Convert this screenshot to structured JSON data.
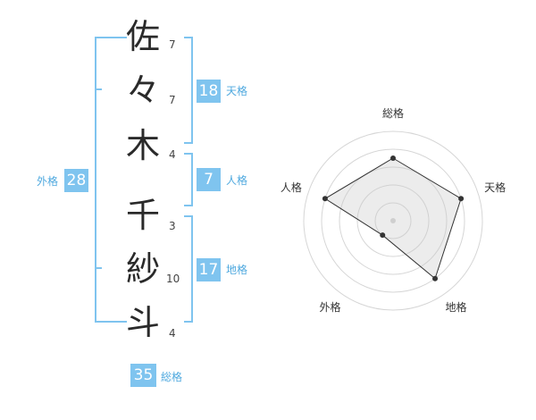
{
  "name": {
    "characters": [
      {
        "char": "佐",
        "strokes": "7"
      },
      {
        "char": "々",
        "strokes": "7"
      },
      {
        "char": "木",
        "strokes": "4"
      },
      {
        "char": "千",
        "strokes": "3"
      },
      {
        "char": "紗",
        "strokes": "10"
      },
      {
        "char": "斗",
        "strokes": "4"
      }
    ]
  },
  "fortune": {
    "tenkaku": {
      "value": "18",
      "label": "天格"
    },
    "jinkaku": {
      "value": "7",
      "label": "人格"
    },
    "chikaku": {
      "value": "17",
      "label": "地格"
    },
    "gaikaku": {
      "value": "28",
      "label": "外格"
    },
    "soukaku": {
      "value": "35",
      "label": "総格"
    }
  },
  "colors": {
    "accent": "#7fc4ef",
    "accent_text": "#4fa9df"
  },
  "chart_data": {
    "type": "radar",
    "axes": [
      "総格",
      "天格",
      "地格",
      "外格",
      "人格"
    ],
    "levels": 5,
    "range": [
      0,
      5
    ],
    "values": [
      3.5,
      4,
      4,
      1,
      4
    ]
  }
}
